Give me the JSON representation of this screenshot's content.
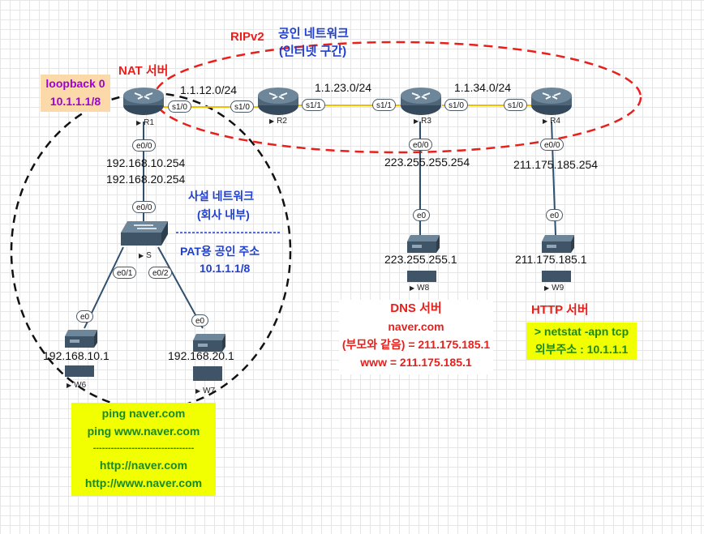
{
  "ellipses": {
    "ripv2_label": "RIPv2",
    "public_net_line1": "공인 네트워크",
    "public_net_line2": "(인터넷 구간)"
  },
  "nat_server_label": "NAT 서버",
  "loopback": {
    "line1": "loopback 0",
    "line2": "10.1.1.1/8"
  },
  "links": {
    "r1_r2": "1.1.12.0/24",
    "r2_r3": "1.1.23.0/24",
    "r3_r4": "1.1.34.0/24"
  },
  "interfaces": {
    "r1_s10": "s1/0",
    "r2_s10": "s1/0",
    "r2_s11": "s1/1",
    "r3_s11": "s1/1",
    "r3_s10": "s1/0",
    "r4_s10": "s1/0",
    "r1_e00": "e0/0",
    "r3_e00": "e0/0",
    "r4_e00": "e0/0",
    "s_e00": "e0/0",
    "s_e01": "e0/1",
    "s_e02": "e0/2",
    "w6_e0": "e0",
    "w7_e0": "e0",
    "w8_e0": "e0",
    "w9_e0": "e0"
  },
  "devices": {
    "r1": "R1",
    "r2": "R2",
    "r3": "R3",
    "r4": "R4",
    "s": "S",
    "w6": "W6",
    "w7": "W7",
    "w8": "W8",
    "w9": "W9"
  },
  "ips": {
    "r1_e00_line1": "192.168.10.254",
    "r1_e00_line2": "192.168.20.254",
    "r3_e00": "223.255.255.254",
    "r4_e00": "211.175.185.254",
    "w8": "223.255.255.1",
    "w9": "211.175.185.1",
    "w6": "192.168.10.1",
    "w7": "192.168.20.1"
  },
  "private_net": {
    "line1": "사설 네트워크",
    "line2": "(회사 내부)",
    "pat_line1": "PAT용 공인 주소",
    "pat_line2": "10.1.1.1/8"
  },
  "dns_server": {
    "title": "DNS 서버",
    "line1": "naver.com",
    "line2": "(부모와 같음) = 211.175.185.1",
    "line3": "www = 211.175.185.1"
  },
  "http_server": {
    "title": "HTTP 서버",
    "line1": "> netstat -apn tcp",
    "line2": "외부주소 : 10.1.1.1"
  },
  "test_box": {
    "line1": "ping naver.com",
    "line2": "ping www.naver.com",
    "divider": "----------------------------------",
    "line3": "http://naver.com",
    "line4": "http://www.naver.com"
  },
  "colors": {
    "red": "#e8201c",
    "blue": "#1f3fd0",
    "purple": "#a000d8",
    "green": "#1b8a1b",
    "yellow_box": "#f2ff00",
    "loopback_bg": "#fcd9a8",
    "serial_link": "#f0c000",
    "device_dark": "#3a4a58"
  }
}
